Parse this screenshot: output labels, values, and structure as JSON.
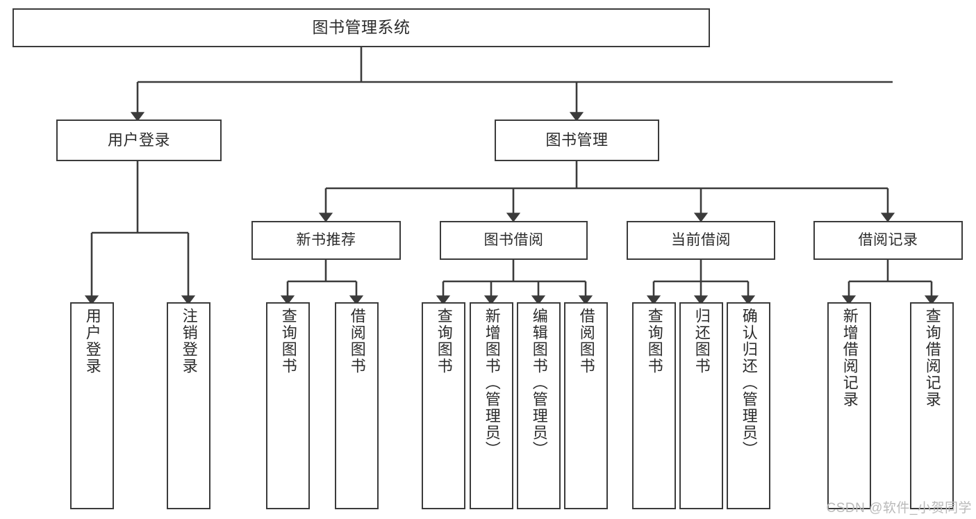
{
  "diagram": {
    "type": "tree-hierarchy",
    "title": "图书管理系统",
    "root": {
      "id": "root",
      "label": "图书管理系统"
    },
    "level1": [
      {
        "id": "user-login",
        "label": "用户登录"
      },
      {
        "id": "book-management",
        "label": "图书管理"
      }
    ],
    "level2": [
      {
        "id": "new-book-recommend",
        "label": "新书推荐",
        "parent": "book-management"
      },
      {
        "id": "book-borrow",
        "label": "图书借阅",
        "parent": "book-management"
      },
      {
        "id": "current-borrow",
        "label": "当前借阅",
        "parent": "book-management"
      },
      {
        "id": "borrow-record",
        "label": "借阅记录",
        "parent": "book-management"
      }
    ],
    "leaves": [
      {
        "id": "leaf-user-login",
        "label": "用户登录",
        "parent": "user-login"
      },
      {
        "id": "leaf-logout-login",
        "label": "注销登录",
        "parent": "user-login"
      },
      {
        "id": "leaf-query-book-1",
        "label": "查询图书",
        "parent": "new-book-recommend"
      },
      {
        "id": "leaf-borrow-book-1",
        "label": "借阅图书",
        "parent": "new-book-recommend"
      },
      {
        "id": "leaf-query-book-2",
        "label": "查询图书",
        "parent": "book-borrow"
      },
      {
        "id": "leaf-add-book",
        "label": "新增图书（管理员）",
        "parent": "book-borrow"
      },
      {
        "id": "leaf-edit-book",
        "label": "编辑图书（管理员）",
        "parent": "book-borrow"
      },
      {
        "id": "leaf-borrow-book-2",
        "label": "借阅图书",
        "parent": "book-borrow"
      },
      {
        "id": "leaf-query-book-3",
        "label": "查询图书",
        "parent": "current-borrow"
      },
      {
        "id": "leaf-return-book",
        "label": "归还图书",
        "parent": "current-borrow"
      },
      {
        "id": "leaf-confirm-return",
        "label": "确认归还（管理员）",
        "parent": "current-borrow"
      },
      {
        "id": "leaf-add-borrow-record",
        "label": "新增借阅记录",
        "parent": "borrow-record"
      },
      {
        "id": "leaf-query-borrow-record",
        "label": "查询借阅记录",
        "parent": "borrow-record"
      }
    ],
    "watermark": "CSDN @软件_小贺同学",
    "colors": {
      "stroke": "#3b3b3b",
      "text": "#2b2b2b",
      "background": "#ffffff",
      "watermark": "#b9b9b9"
    }
  }
}
